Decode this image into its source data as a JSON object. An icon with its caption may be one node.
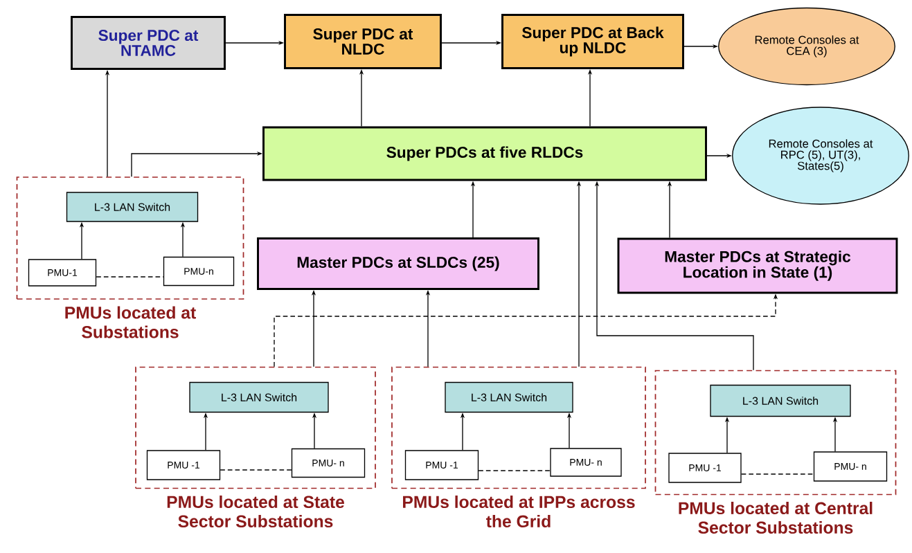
{
  "diagram": {
    "nodes": [
      {
        "text": [
          "Super PDC at NTAMC"
        ]
      },
      {
        "text": [
          "Super PDC at NLDC"
        ]
      },
      {
        "text": [
          "Super PDC at Back up NLDC"
        ]
      },
      {
        "text": [
          "Remote Consoles at CEA (3)"
        ]
      },
      {
        "text": [
          "Super PDCs at five RLDCs"
        ]
      },
      {
        "text": [
          "Remote Consoles at RPC (5), UT(3), States(5)"
        ]
      },
      {
        "text": [
          "PMUs located at Substations"
        ]
      },
      {
        "text": [
          "L-3 LAN Switch"
        ],
        "in": 6
      },
      {
        "text": [
          "PMU-1"
        ],
        "in": 6
      },
      {
        "text": [
          "PMU-n"
        ],
        "in": 6
      },
      {
        "text": [
          "Master PDCs at SLDCs (25)"
        ]
      },
      {
        "text": [
          "Master PDCs at Strategic Location in State (1)"
        ]
      },
      {
        "text": [
          "PMUs located at State Sector Substations"
        ]
      },
      {
        "text": [
          "L-3 LAN Switch"
        ],
        "in": 12
      },
      {
        "text": [
          "PMU -1"
        ],
        "in": 12
      },
      {
        "text": [
          "PMU- n"
        ],
        "in": 12
      },
      {
        "text": [
          "PMUs located at IPPs across the Grid"
        ]
      },
      {
        "text": [
          "L-3 LAN Switch"
        ],
        "in": 16
      },
      {
        "text": [
          "PMU -1"
        ],
        "in": 16
      },
      {
        "text": [
          "PMU- n"
        ],
        "in": 16
      },
      {
        "text": [
          "PMUs located at Central Sector Substations"
        ]
      },
      {
        "text": [
          "L-3 LAN Switch"
        ],
        "in": 20
      },
      {
        "text": [
          "PMU -1"
        ],
        "in": 20
      },
      {
        "text": [
          "PMU- n"
        ],
        "in": 20
      }
    ],
    "edges": [
      {
        "from": 0,
        "to": 1,
        "arrow": "to"
      },
      {
        "from": 1,
        "to": 2,
        "arrow": "to"
      },
      {
        "from": 2,
        "to": 3,
        "arrow": "to"
      },
      {
        "from": 4,
        "to": 1,
        "arrow": "to"
      },
      {
        "from": 4,
        "to": 2,
        "arrow": "to"
      },
      {
        "from": 4,
        "to": 5,
        "arrow": "to"
      },
      {
        "from": 6,
        "to": 0,
        "arrow": "to"
      },
      {
        "from": 6,
        "to": 4,
        "arrow": "to"
      },
      {
        "from": 10,
        "to": 4,
        "arrow": "to"
      },
      {
        "from": 11,
        "to": 4,
        "arrow": "to"
      },
      {
        "from": 12,
        "to": 10,
        "arrow": "to"
      },
      {
        "from": 12,
        "to": 11,
        "arrow": "to",
        "style": "dashed"
      },
      {
        "from": 16,
        "to": 10,
        "arrow": "to"
      },
      {
        "from": 16,
        "to": 4,
        "arrow": "to"
      },
      {
        "from": 20,
        "to": 4,
        "arrow": "to"
      },
      {
        "from": 8,
        "to": 7,
        "arrow": "to"
      },
      {
        "from": 9,
        "to": 7,
        "arrow": "to"
      },
      {
        "from": 14,
        "to": 13,
        "arrow": "to"
      },
      {
        "from": 15,
        "to": 13,
        "arrow": "to"
      },
      {
        "from": 18,
        "to": 17,
        "arrow": "to"
      },
      {
        "from": 19,
        "to": 17,
        "arrow": "to"
      },
      {
        "from": 22,
        "to": 21,
        "arrow": "to"
      },
      {
        "from": 23,
        "to": 21,
        "arrow": "to"
      },
      {
        "from": 8,
        "to": 9,
        "arrow": "none",
        "style": "dashed"
      },
      {
        "from": 14,
        "to": 15,
        "arrow": "none",
        "style": "dashed"
      },
      {
        "from": 18,
        "to": 19,
        "arrow": "none",
        "style": "dashed"
      },
      {
        "from": 22,
        "to": 23,
        "arrow": "none",
        "style": "dashed"
      }
    ]
  }
}
